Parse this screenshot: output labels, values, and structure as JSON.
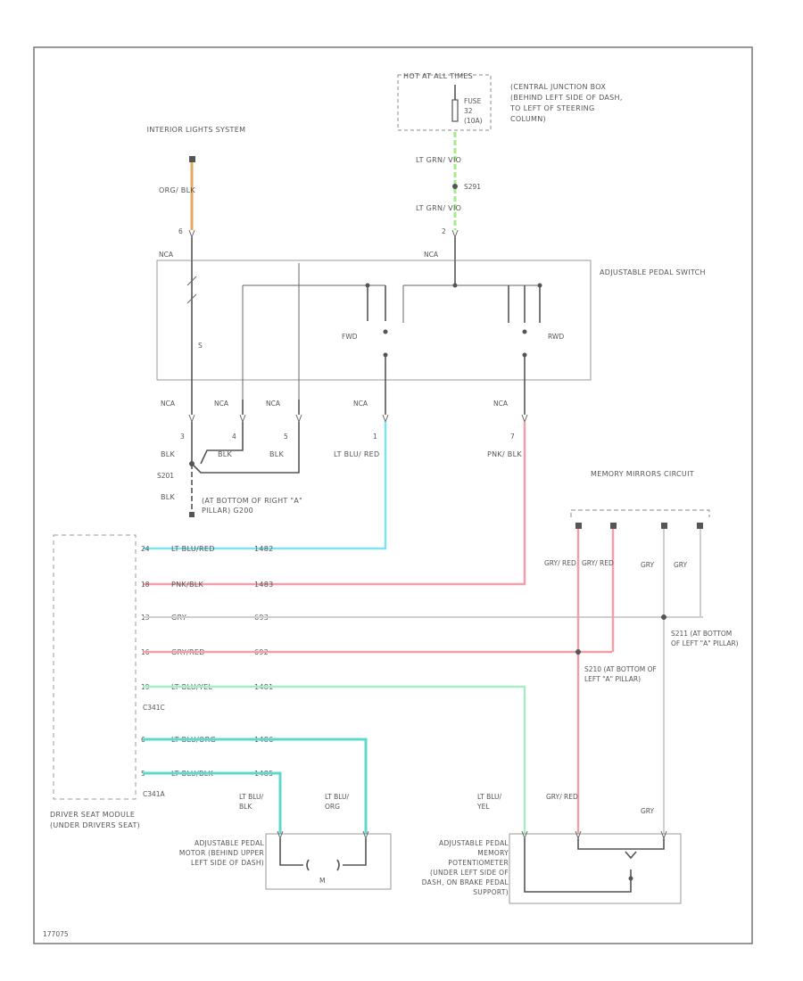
{
  "diagram": {
    "interior_lights_system": "INTERIOR LIGHTS SYSTEM",
    "hot_at_all_times": "HOT AT ALL TIMES",
    "fuse": {
      "name": "FUSE",
      "number": "32",
      "rating": "(10A)"
    },
    "cjb": "(CENTRAL JUNCTION BOX (BEHIND LEFT SIDE OF DASH, TO LEFT OF STEERING COLUMN)",
    "wire_org_blk": "ORG/ BLK",
    "wire_lt_grn_vio_1": "LT GRN/ VIO",
    "wire_lt_grn_vio_2": "LT GRN/ VIO",
    "splice_s291": "S291",
    "pin_6": "6",
    "pin_2": "2",
    "nca_1": "NCA",
    "nca_2": "NCA",
    "adjustable_pedal_switch": "ADJUSTABLE PEDAL SWITCH",
    "fwd": "FWD",
    "rwd": "RWD",
    "bottom_nca": [
      "NCA",
      "NCA",
      "NCA",
      "NCA",
      "NCA"
    ],
    "bottom_pins": [
      "3",
      "4",
      "5",
      "1",
      "7"
    ],
    "wire_blk_1": "BLK",
    "wire_blk_2": "BLK",
    "wire_blk_3": "BLK",
    "wire_lt_blu_red": "LT BLU/ RED",
    "wire_pnk_blk": "PNK/ BLK",
    "splice_s201": "S201",
    "wire_blk_4": "BLK",
    "ground": "(AT BOTTOM OF RIGHT \"A\" PILLAR) G200",
    "memory_mirrors": "MEMORY MIRRORS CIRCUIT",
    "dsm_wires": [
      {
        "pin": "24",
        "color": "LT BLU/RED",
        "circuit": "1482"
      },
      {
        "pin": "18",
        "color": "PNK/BLK",
        "circuit": "1483"
      },
      {
        "pin": "13",
        "color": "GRY",
        "circuit": "693"
      },
      {
        "pin": "16",
        "color": "GRY/RED",
        "circuit": "692"
      },
      {
        "pin": "19",
        "color": "LT BLU/YEL",
        "circuit": "1481"
      }
    ],
    "c341c": "C341C",
    "dsm_wires_b": [
      {
        "pin": "6",
        "color": "LT BLU/ORG",
        "circuit": "1486"
      },
      {
        "pin": "5",
        "color": "LT BLU/BLK",
        "circuit": "1485"
      }
    ],
    "c341a": "C341A",
    "dsm_label": "DRIVER SEAT MODULE (UNDER DRIVERS SEAT)",
    "mirror_wires": [
      "GRY/ RED",
      "GRY/ RED",
      "GRY",
      "GRY"
    ],
    "s211": "S211 (AT BOTTOM OF LEFT \"A\" PILLAR)",
    "s210": "S210 (AT BOTTOM OF LEFT \"A\" PILLAR)",
    "motor_wires": [
      "LT BLU/ BLK",
      "LT BLU/ ORG"
    ],
    "motor_label": "ADJUSTABLE PEDAL MOTOR (BEHIND UPPER LEFT SIDE OF DASH)",
    "motor_m": "M",
    "pot_wires": [
      "LT BLU/ YEL",
      "GRY/ RED",
      "GRY"
    ],
    "pot_label": "ADJUSTABLE PEDAL MEMORY POTENTIOMETER (UNDER LEFT SIDE OF DASH, ON BRAKE PEDAL SUPPORT)",
    "fig_id": "177075"
  },
  "colors": {
    "orange": "#e8a860",
    "green": "#a6ea8a",
    "light_blue": "#7ee3f0",
    "pink": "#f0a0a8",
    "gray": "#cfcfcf",
    "light_green": "#a8ecc4",
    "teal": "#5ed8cc",
    "black": "#555555"
  }
}
